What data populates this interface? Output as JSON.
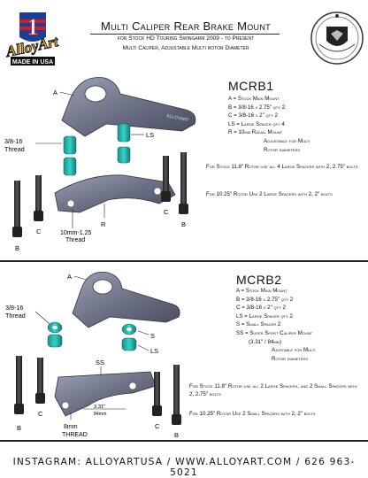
{
  "header": {
    "title": "Multi Caliper Rear Brake Mount",
    "subtitle_1": "for Stock HD Touring Swingarm 2009 - to Present",
    "subtitle_2": "Multi Caliper, Adjustable Multi rotor Diameter"
  },
  "brand": {
    "logo_text": "AlloyArt",
    "logo_number": "1",
    "logo_badge": "MADE IN USA",
    "accent_color": "#f2b21b",
    "flag_red": "#c8202f",
    "flag_blue": "#1e3f8f"
  },
  "section_1": {
    "model": "MCRB1",
    "specs": [
      "A = Stock Main Mount",
      "B = 3/8-16 x 2.75\" qty 2",
      "C = 3/8-16 x 2\" qty 2",
      "LS = Large Spacer qty 4",
      "R = 10mm Radial Mount"
    ],
    "spec_extra_1": "Adjustable for Multi",
    "spec_extra_2": "Rotor diameters",
    "note_a": "For Stock 11.8\" Rotor use all 4 Large Spacers with 2, 2.75\" bolts",
    "note_b": "For 10.25\" Rotor Use 2 Large Spacers with 2, 2\" bolts",
    "labels": {
      "a": "A",
      "ls": "LS",
      "thread": "3/8-16",
      "thread_word": "Thread",
      "r": "R",
      "c_right": "C",
      "b_right": "B",
      "c_left": "C",
      "b_left": "B",
      "radial_thread": "10mm-1.25",
      "radial_thread_word": "Thread"
    }
  },
  "section_2": {
    "model": "MCRB2",
    "specs": [
      "A = Stock Main Mount",
      "B = 3/8-16 x 2.75\" qty 2",
      "C = 3/8-16 x 2\" qty 2",
      "LS = Large Spacer qty 2",
      "S = Small Spacer 2",
      "SS = Super Sport Caliper Mount",
      "(3.31\" / 84mm)"
    ],
    "spec_extra_1": "Ajustable for Multi",
    "spec_extra_2": "Rotor diameters",
    "note_a": "For Stock 11.8\" Rotor use all 2 Large Spacers, and 2 Small Spacers with 2, 2.75\" bolts",
    "note_b": "For 10.25\" Rotor Use 2 Small Spacers with 2, 2\" bolts",
    "labels": {
      "a": "A",
      "thread": "3/8-16",
      "thread_word": "Thread",
      "s": "S",
      "ls": "LS",
      "ss": "SS",
      "dim_in": "3.31\"",
      "dim_mm": "84mm",
      "mm_thread": "8mm",
      "mm_thread_word": "THREAD",
      "b_left": "B",
      "c_left": "C",
      "c_right": "C",
      "b_right": "B"
    }
  },
  "footer": {
    "text": "INSTAGRAM: ALLOYARTUSA / WWW.ALLOYART.COM / 626 963-5021"
  }
}
